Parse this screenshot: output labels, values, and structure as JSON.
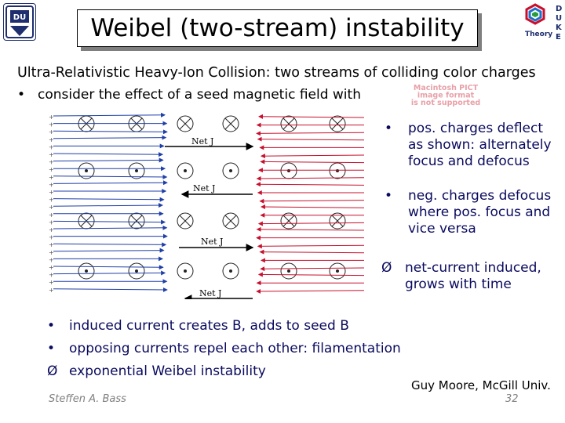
{
  "header": {
    "title": "Weibel (two-stream) instability",
    "left_logo_text": "DU",
    "right_logo_label": "Theory",
    "right_logo_letters": [
      "D",
      "U",
      "K",
      "E"
    ]
  },
  "intro": {
    "line1": "Ultra-Relativistic Heavy-Ion Collision: two streams of colliding color charges",
    "line2_bullet": "•",
    "line2": "consider the effect of a seed magnetic field with",
    "missing_image_text": [
      "Macintosh PICT",
      "image format",
      "is not supported"
    ]
  },
  "figure": {
    "net_labels": [
      "Net J",
      "Net J",
      "Net J",
      "Net J"
    ]
  },
  "right_bullets": [
    {
      "marker": "•",
      "lines": [
        "pos. charges deflect",
        "as shown:  alternately",
        "focus and defocus"
      ]
    },
    {
      "marker": "•",
      "lines": [
        "neg. charges defocus",
        "where pos. focus and",
        "vice versa"
      ]
    },
    {
      "marker": "Ø",
      "lines": [
        "net-current induced,",
        "grows with time"
      ]
    }
  ],
  "bottom_bullets": [
    {
      "marker": "•",
      "text": "induced current creates B, adds to seed B"
    },
    {
      "marker": "•",
      "text": "opposing currents repel each other: filamentation"
    },
    {
      "marker": "Ø",
      "text": "exponential Weibel instability"
    }
  ],
  "footer": {
    "author": "Steffen A. Bass",
    "credit": "Guy Moore, McGill Univ.",
    "page": "32"
  },
  "colors": {
    "text_blue": "#0a0a5e",
    "arrow_red": "#c8102e",
    "arrow_blue": "#1f3fa8",
    "footer_gray": "#808080"
  }
}
